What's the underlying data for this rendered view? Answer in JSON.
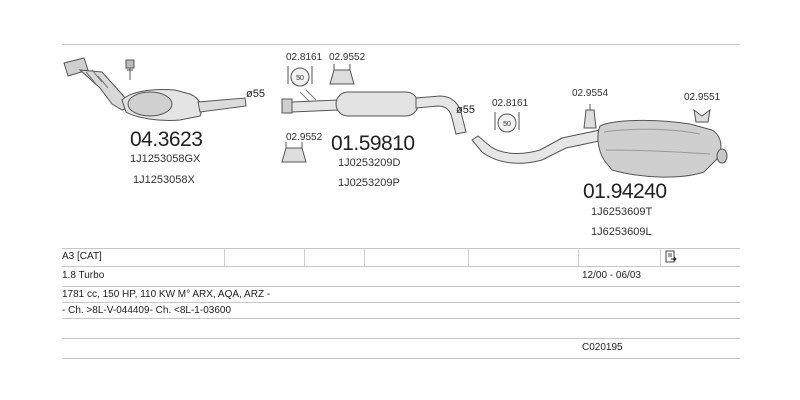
{
  "parts": {
    "cat": {
      "number": "04.3623",
      "refs": [
        "1J1253058GX",
        "1J1253058X"
      ]
    },
    "middle": {
      "number": "01.59810",
      "refs": [
        "1J0253209D",
        "1J0253209P"
      ]
    },
    "rear": {
      "number": "01.94240",
      "refs": [
        "1J6253609T",
        "1J6253609L"
      ]
    }
  },
  "accessories": {
    "a1": "02.8161",
    "a2": "02.9552",
    "a3": "02.9552",
    "a4": "02.8161",
    "a5": "02.9554",
    "a6": "02.9551"
  },
  "diameters": {
    "d1": "ø55",
    "d2": "ø55"
  },
  "clamp_value": "50",
  "table": {
    "model": "A3  [CAT]",
    "engine": "1.8 Turbo",
    "years": "12/00 - 06/03",
    "spec": "1781 cc, 150 HP, 110 KW M° ARX, AQA, ARZ -",
    "chassis": "- Ch. >8L-V-044409- Ch. <8L-1-03600",
    "catalogue_code": "C020195"
  },
  "icons": {
    "info": "document-arrow-icon"
  }
}
